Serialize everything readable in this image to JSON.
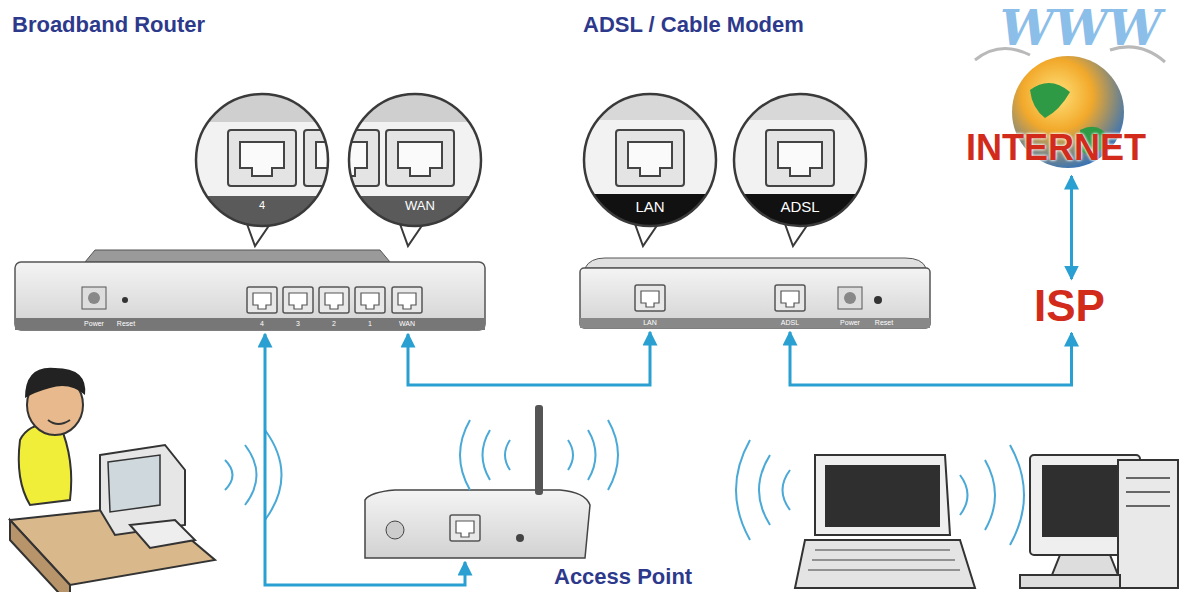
{
  "diagram": {
    "nodes": [
      {
        "text": [
          "Broadband Router"
        ]
      },
      {
        "text": [
          "ADSL / Cable Modem"
        ]
      },
      {
        "text": [
          "INTERNET"
        ]
      },
      {
        "text": [
          "ISP"
        ]
      },
      {
        "text": [
          "Access Point"
        ]
      }
    ],
    "edges": [
      {
        "from": 0,
        "to": 4,
        "arrow": "both"
      },
      {
        "from": 0,
        "to": 1,
        "arrow": "both"
      },
      {
        "from": 1,
        "to": 3,
        "arrow": "both"
      },
      {
        "from": 3,
        "to": 2,
        "arrow": "both"
      }
    ],
    "labels": [
      "WWW",
      "4",
      "WAN",
      "LAN",
      "ADSL",
      "Power",
      "Reset",
      "4",
      "3",
      "2",
      "1",
      "WAN",
      "LAN",
      "ADSL",
      "Power",
      "Reset"
    ]
  }
}
